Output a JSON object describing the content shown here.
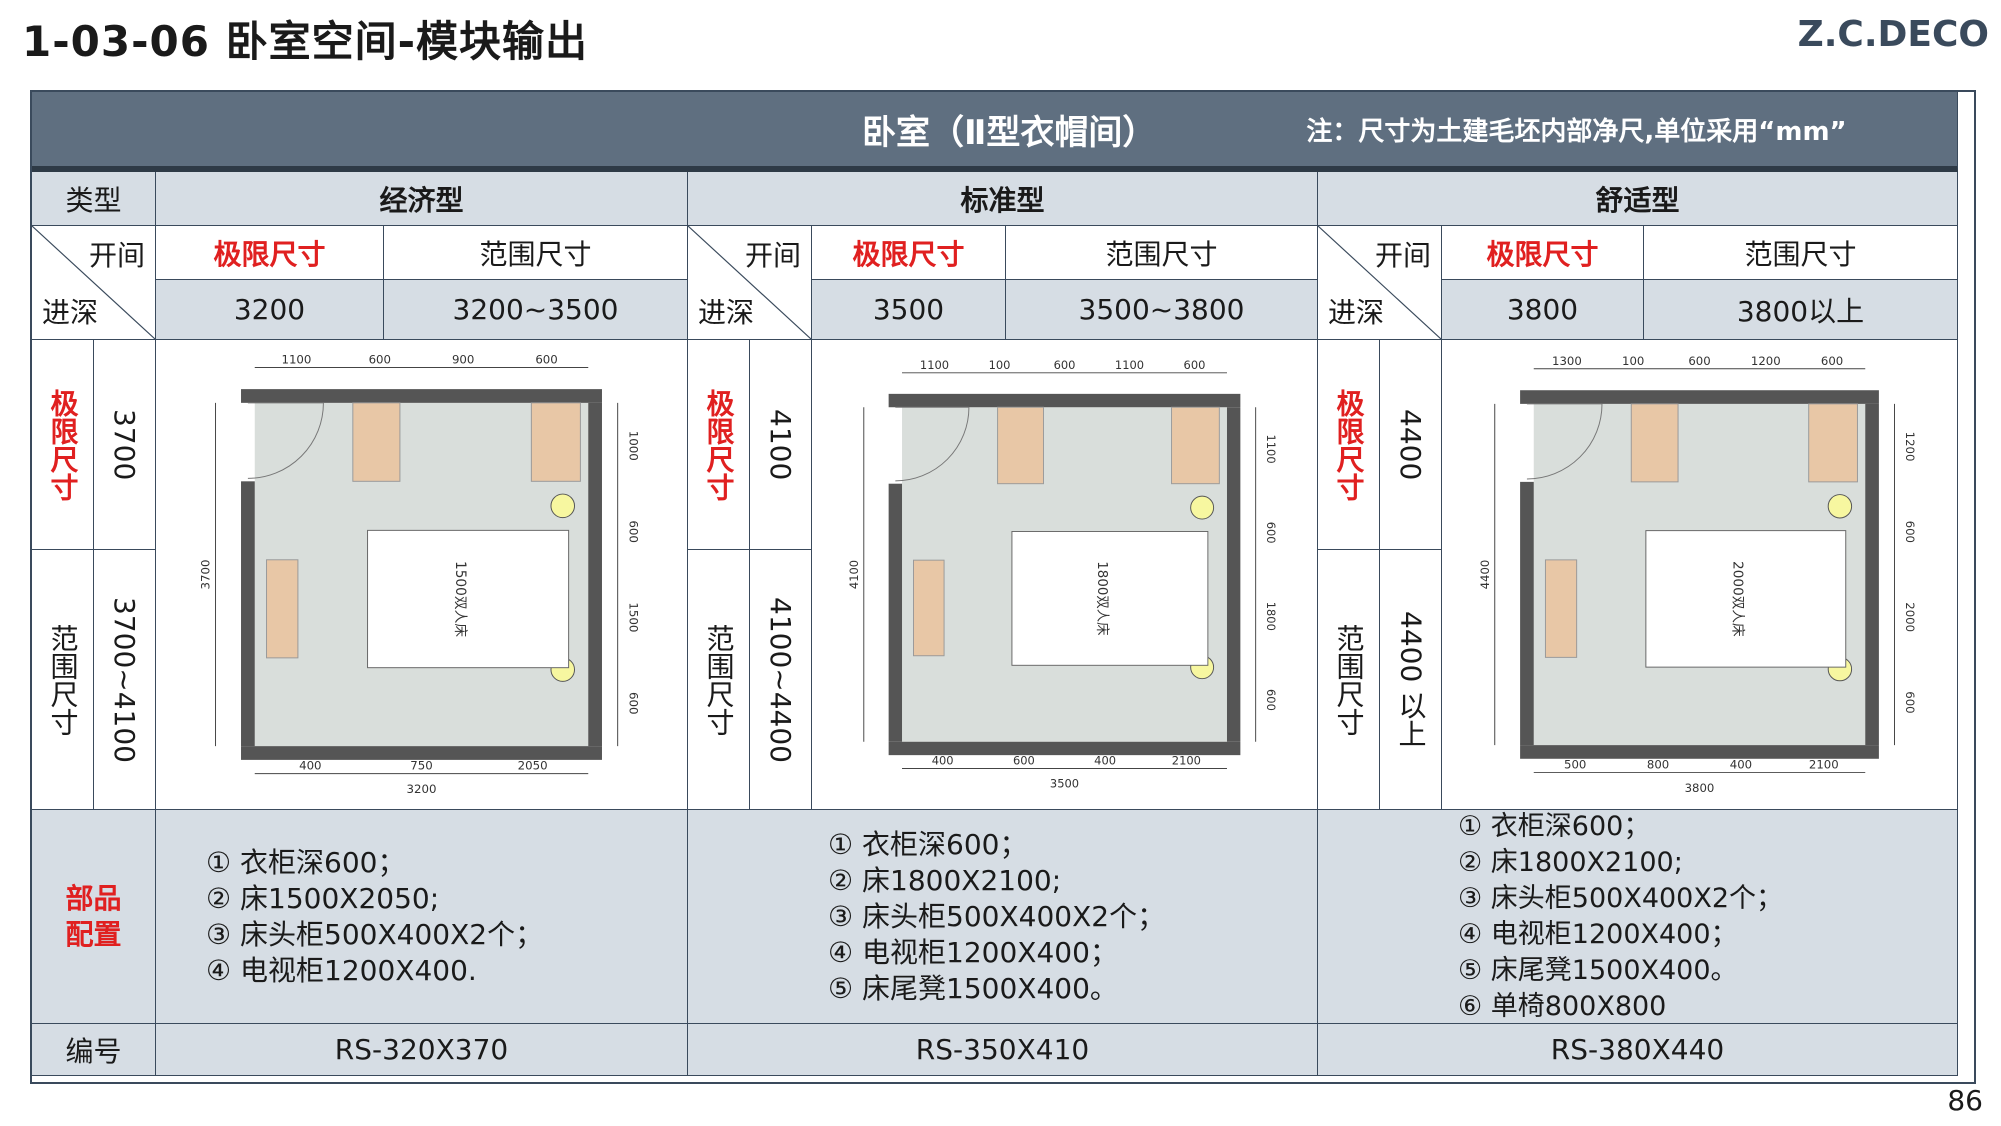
{
  "header": {
    "title": "1-03-06 卧室空间-模块输出",
    "brand": "Z.C.DECO",
    "page_number": "86"
  },
  "banner": {
    "room": "卧室（Ⅱ型衣帽间）",
    "note": "注：尺寸为土建毛坯内部净尺,单位采用“mm”"
  },
  "table": {
    "type_label": "类型",
    "kaijian": "开间",
    "jinshen": "进深",
    "limit_label": "极限尺寸",
    "range_label": "范围尺寸",
    "config_label": "部品配置",
    "code_label": "编号",
    "columns": [
      {
        "name": "经济型",
        "width_limit": "3200",
        "width_range": "3200~3500",
        "depth_limit": "3700",
        "depth_range": "3700~4100",
        "code": "RS-320X370",
        "config": [
          "①   衣柜深600；",
          "②   床1500X2050;",
          "③   床头柜500X400X2个；",
          "④   电视柜1200X400."
        ],
        "plan": {
          "bed": "1500双人床",
          "top": [
            "1100",
            "600",
            "900",
            "600"
          ],
          "bottom": [
            "400",
            "750",
            "2050"
          ],
          "total": "3200",
          "side": "3700",
          "right": [
            "1000",
            "600",
            "1500",
            "600"
          ]
        }
      },
      {
        "name": "标准型",
        "width_limit": "3500",
        "width_range": "3500~3800",
        "depth_limit": "4100",
        "depth_range": "4100~4400",
        "code": "RS-350X410",
        "config": [
          "①   衣柜深600；",
          "②   床1800X2100;",
          "③   床头柜500X400X2个；",
          "④   电视柜1200X400；",
          "⑤    床尾凳1500X400。"
        ],
        "plan": {
          "bed": "1800双人床",
          "top": [
            "1100",
            "100",
            "600",
            "1100",
            "600"
          ],
          "bottom": [
            "400",
            "600",
            "400",
            "2100"
          ],
          "total": "3500",
          "side": "4100",
          "right": [
            "1100",
            "600",
            "1800",
            "600"
          ]
        }
      },
      {
        "name": "舒适型",
        "width_limit": "3800",
        "width_range": "3800以上",
        "depth_limit": "4400",
        "depth_range": "4400 以上",
        "code": "RS-380X440",
        "config": [
          "①   衣柜深600；",
          "②   床1800X2100;",
          "③   床头柜500X400X2个；",
          "④   电视柜1200X400；",
          "⑤   床尾凳1500X400。",
          "⑥   单椅800X800"
        ],
        "plan": {
          "bed": "2000双人床",
          "top": [
            "1300",
            "100",
            "600",
            "1200",
            "600"
          ],
          "bottom": [
            "500",
            "800",
            "400",
            "2100"
          ],
          "total": "3800",
          "side": "4400",
          "right": [
            "1200",
            "600",
            "2000",
            "600"
          ]
        }
      }
    ]
  },
  "colors": {
    "header_bg": "#5f6f80",
    "cell_bg": "#d6dde4",
    "accent_red": "#e02020",
    "wall": "#555555",
    "floor": "#d9dedb",
    "wardrobe": "#e8c7a6"
  }
}
